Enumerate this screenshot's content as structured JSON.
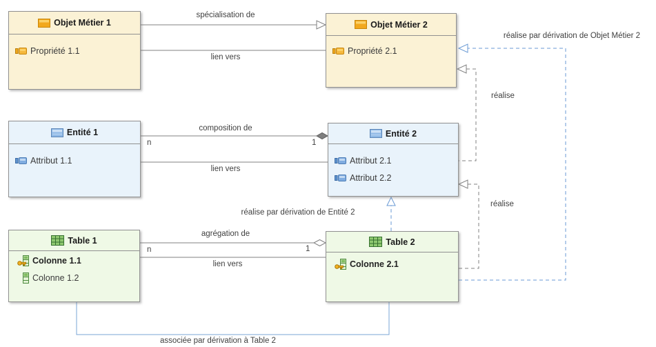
{
  "diagram": {
    "nodes": {
      "om1": {
        "title": "Objet Métier 1",
        "items": [
          {
            "label": "Propriété 1.1"
          }
        ]
      },
      "om2": {
        "title": "Objet Métier 2",
        "items": [
          {
            "label": "Propriété 2.1"
          }
        ]
      },
      "ent1": {
        "title": "Entité 1",
        "items": [
          {
            "label": "Attribut 1.1"
          }
        ]
      },
      "ent2": {
        "title": "Entité 2",
        "items": [
          {
            "label": "Attribut 2.1"
          },
          {
            "label": "Attribut 2.2"
          }
        ]
      },
      "tab1": {
        "title": "Table 1",
        "items": [
          {
            "label": "Colonne 1.1",
            "key": true,
            "bold": true
          },
          {
            "label": "Colonne 1.2"
          }
        ]
      },
      "tab2": {
        "title": "Table 2",
        "items": [
          {
            "label": "Colonne 2.1",
            "key": true,
            "bold": true
          }
        ]
      }
    },
    "links": {
      "specialisation": {
        "label": "spécialisation de"
      },
      "lien_objets": {
        "label": "lien vers"
      },
      "composition": {
        "label": "composition de",
        "source_card": "n",
        "target_card": "1"
      },
      "lien_entites": {
        "label": "lien vers"
      },
      "agregation": {
        "label": "agrégation de",
        "source_card": "n",
        "target_card": "1"
      },
      "lien_tables": {
        "label": "lien vers"
      },
      "realise_om": {
        "label": "réalise par dérivation de Objet Métier 2"
      },
      "realise_ent_vers_om": {
        "label": "réalise"
      },
      "realise_tab_vers_ent": {
        "label": "réalise"
      },
      "realise_ent2": {
        "label": "réalise par dérivation de Entité 2"
      },
      "associee": {
        "label": "associée par dérivation à Table 2"
      }
    },
    "icons": {
      "business_object": "business-object-card-icon",
      "property": "property-icon",
      "entity": "entity-card-icon",
      "attribute": "attribute-icon",
      "table": "table-grid-icon",
      "column": "column-icon",
      "primary_key": "key-icon"
    },
    "colors": {
      "business_object_fill": "#FBF2D5",
      "entity_fill": "#E9F3FB",
      "table_fill": "#EFF9E6",
      "node_border": "#909090",
      "link_gray": "#808080",
      "link_blue": "#6A9AD4",
      "icon_orange": "#F2A81D",
      "icon_blue": "#7FACE0",
      "icon_green": "#5F9E4C",
      "key_gold": "#F4B223"
    }
  }
}
